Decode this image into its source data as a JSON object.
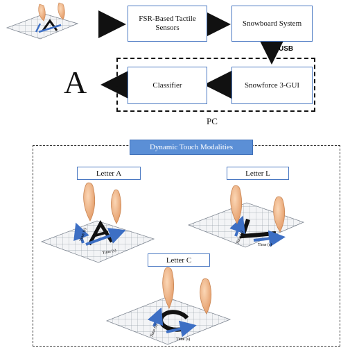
{
  "flow": {
    "sensors_label": "FSR-Based Tactile Sensors",
    "snowboard_label": "Snowboard System",
    "usb_label": "USB",
    "snowforce_label": "Snowforce 3-GUI",
    "classifier_label": "Classifier",
    "output_letter": "A",
    "pc_label": "PC"
  },
  "modalities": {
    "title": "Dynamic Touch Modalities",
    "letter_a": "Letter A",
    "letter_l": "Letter L",
    "letter_c": "Letter C",
    "axis_time_s": "Time (s)"
  },
  "colors": {
    "box_border": "#4a78c2",
    "title_fill": "#5b8fd6",
    "grid_line": "#9aa3ad",
    "arrow_blue": "#3d6fc4",
    "finger": "#f2b98c"
  }
}
